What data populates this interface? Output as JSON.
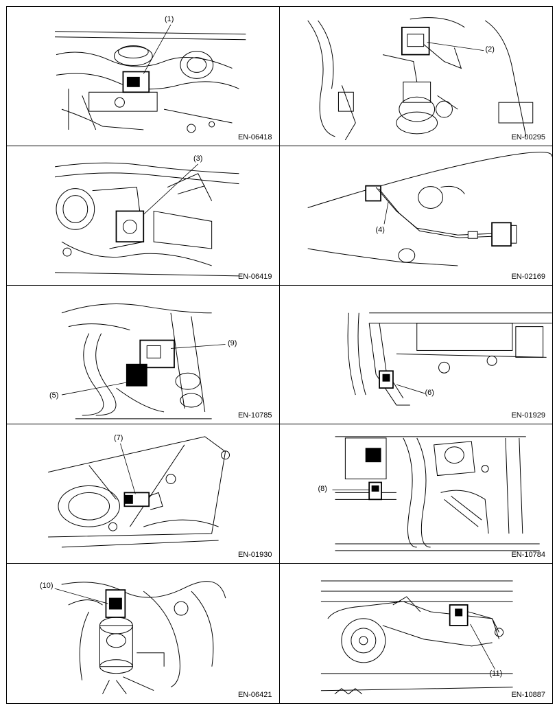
{
  "figures": [
    {
      "callout": "(1)",
      "figure_id": "EN-06418"
    },
    {
      "callout": "(2)",
      "figure_id": "EN-00295"
    },
    {
      "callout": "(3)",
      "figure_id": "EN-06419"
    },
    {
      "callout": "(4)",
      "figure_id": "EN-02169"
    },
    {
      "callouts": [
        "(9)",
        "(5)"
      ],
      "figure_id": "EN-10785"
    },
    {
      "callout": "(6)",
      "figure_id": "EN-01929"
    },
    {
      "callout": "(7)",
      "figure_id": "EN-01930"
    },
    {
      "callout": "(8)",
      "figure_id": "EN-10784"
    },
    {
      "callout": "(10)",
      "figure_id": "EN-06421"
    },
    {
      "callout": "(11)",
      "figure_id": "EN-10887"
    }
  ]
}
